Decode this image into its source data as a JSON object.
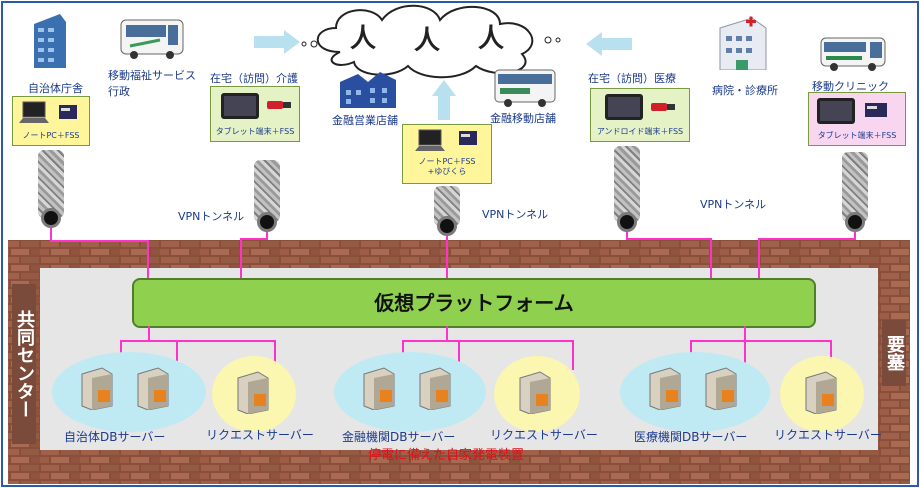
{
  "top_labels": {
    "city_hall": "自治体庁舎",
    "welfare": "移動福祉サービス\n行政",
    "care": "在宅（訪問）介護",
    "finance_branch": "金融営業店舗",
    "finance_mobile": "金融移動店舗",
    "medical_home": "在宅（訪問）医療",
    "hospital": "病院・診療所",
    "mobile_clinic": "移動クリニック"
  },
  "devices": {
    "notepc": "ノートPC＋FSS",
    "tablet1": "タブレット端末＋FSS",
    "center_pc_line1": "ノートPC＋FSS",
    "center_pc_line2": "+ゆびくら",
    "android": "アンドロイド端末＋FSS",
    "tablet2": "タブレット端末＋FSS"
  },
  "cloud_chars": [
    "人",
    "人",
    "人"
  ],
  "vpn_labels": [
    "VPNトンネル",
    "VPNトンネル",
    "VPNトンネル"
  ],
  "platform_label": "仮想プラットフォーム",
  "left_side": "共同センター",
  "right_side": "要塞",
  "servers": {
    "city_db": "自治体DBサーバー",
    "req1": "リクエストサーバー",
    "fin_db": "金融機関DBサーバー",
    "req2": "リクエストサーバー",
    "med_db": "医療機関DBサーバー",
    "req3": "リクエストサーバー"
  },
  "generator": "停電に備えた自家発電装置",
  "colors": {
    "wire": "#ff33cc",
    "platform": "#8fd14f",
    "label_text": "#1a3a8c",
    "warning_text": "#e0101a"
  }
}
